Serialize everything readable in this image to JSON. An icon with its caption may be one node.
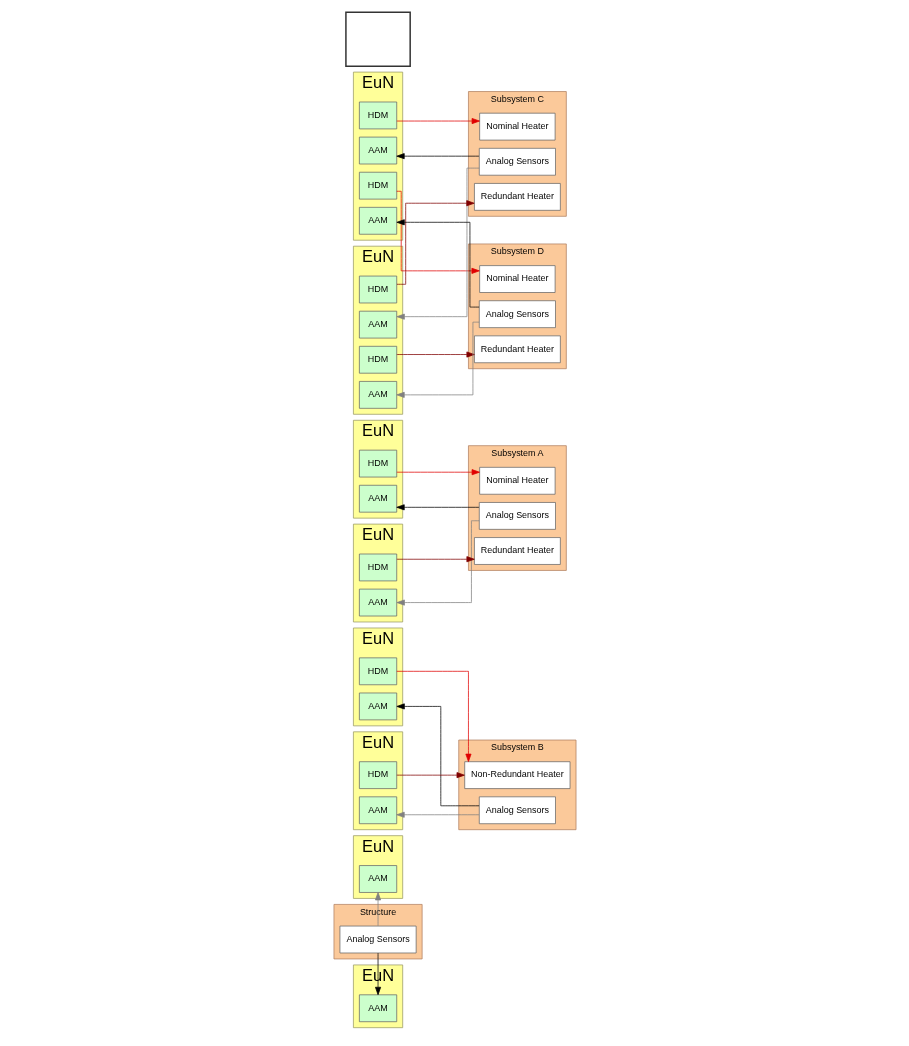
{
  "diagram": {
    "nodes": [
      {
        "text": [
          "EuN"
        ]
      },
      {
        "text": [
          "AAM"
        ],
        "in": 0
      },
      {
        "text": [
          "Structure"
        ]
      },
      {
        "text": [
          "Analog Sensors"
        ],
        "in": 2
      },
      {
        "text": [
          "EuN"
        ]
      },
      {
        "text": [
          "AAM"
        ],
        "in": 4
      },
      {
        "text": [
          "EuN"
        ]
      },
      {
        "text": [
          "HDM"
        ],
        "in": 6
      },
      {
        "text": [
          "AAM"
        ],
        "in": 6
      },
      {
        "text": [
          "Subsystem B"
        ]
      },
      {
        "text": [
          "Non-Redundant Heater"
        ],
        "in": 9
      },
      {
        "text": [
          "Analog Sensors"
        ],
        "in": 9
      },
      {
        "text": [
          "EuN"
        ]
      },
      {
        "text": [
          "HDM"
        ],
        "in": 12
      },
      {
        "text": [
          "AAM"
        ],
        "in": 12
      },
      {
        "text": [
          "EuN"
        ]
      },
      {
        "text": [
          "HDM"
        ],
        "in": 15
      },
      {
        "text": [
          "AAM"
        ],
        "in": 15
      },
      {
        "text": [
          "Subsystem A"
        ]
      },
      {
        "text": [
          "Nominal Heater"
        ],
        "in": 18
      },
      {
        "text": [
          "Analog Sensors"
        ],
        "in": 18
      },
      {
        "text": [
          "Redundant Heater"
        ],
        "in": 18
      },
      {
        "text": [
          "EuN"
        ]
      },
      {
        "text": [
          "HDM"
        ],
        "in": 22
      },
      {
        "text": [
          "AAM"
        ],
        "in": 22
      },
      {
        "text": [
          "EuN"
        ]
      },
      {
        "text": [
          "HDM"
        ],
        "in": 25
      },
      {
        "text": [
          "AAM"
        ],
        "in": 25
      },
      {
        "text": [
          "HDM"
        ],
        "in": 25
      },
      {
        "text": [
          "AAM"
        ],
        "in": 25
      },
      {
        "text": [
          "Subsystem C"
        ]
      },
      {
        "text": [
          "Nominal Heater"
        ],
        "in": 30
      },
      {
        "text": [
          "Analog Sensors"
        ],
        "in": 30
      },
      {
        "text": [
          "Redundant Heater"
        ],
        "in": 30
      },
      {
        "text": [
          "EuN"
        ]
      },
      {
        "text": [
          "HDM"
        ],
        "in": 34
      },
      {
        "text": [
          "AAM"
        ],
        "in": 34
      },
      {
        "text": [
          "HDM"
        ],
        "in": 34
      },
      {
        "text": [
          "AAM"
        ],
        "in": 34
      },
      {
        "text": [
          "Subsystem D"
        ]
      },
      {
        "text": [
          "Nominal Heater"
        ],
        "in": 39
      },
      {
        "text": [
          "Analog Sensors"
        ],
        "in": 39
      },
      {
        "text": [
          "Redundant Heater"
        ],
        "in": 39
      },
      {
        "text": [],
        "shape": "box"
      }
    ],
    "edges": [
      {
        "from": 3,
        "to": 1,
        "arrow": "to",
        "color": "#000000"
      },
      {
        "from": 3,
        "to": 5,
        "arrow": "to",
        "color": "#808080"
      },
      {
        "from": 7,
        "to": 10,
        "arrow": "to",
        "color": "#e00000"
      },
      {
        "from": 11,
        "to": 8,
        "arrow": "to",
        "color": "#000000"
      },
      {
        "from": 13,
        "to": 10,
        "arrow": "to",
        "color": "#800000"
      },
      {
        "from": 11,
        "to": 14,
        "arrow": "to",
        "color": "#808080"
      },
      {
        "from": 16,
        "to": 19,
        "arrow": "to",
        "color": "#e00000"
      },
      {
        "from": 20,
        "to": 17,
        "arrow": "to",
        "color": "#000000"
      },
      {
        "from": 23,
        "to": 21,
        "arrow": "to",
        "color": "#800000"
      },
      {
        "from": 20,
        "to": 24,
        "arrow": "to",
        "color": "#808080"
      },
      {
        "from": 26,
        "to": 31,
        "arrow": "to",
        "color": "#e00000"
      },
      {
        "from": 32,
        "to": 27,
        "arrow": "to",
        "color": "#000000"
      },
      {
        "from": 28,
        "to": 40,
        "arrow": "to",
        "color": "#e00000"
      },
      {
        "from": 41,
        "to": 29,
        "arrow": "to",
        "color": "#000000"
      },
      {
        "from": 35,
        "to": 33,
        "arrow": "to",
        "color": "#800000"
      },
      {
        "from": 32,
        "to": 36,
        "arrow": "to",
        "color": "#808080"
      },
      {
        "from": 37,
        "to": 42,
        "arrow": "to",
        "color": "#800000"
      },
      {
        "from": 41,
        "to": 38,
        "arrow": "to",
        "color": "#808080"
      }
    ]
  }
}
